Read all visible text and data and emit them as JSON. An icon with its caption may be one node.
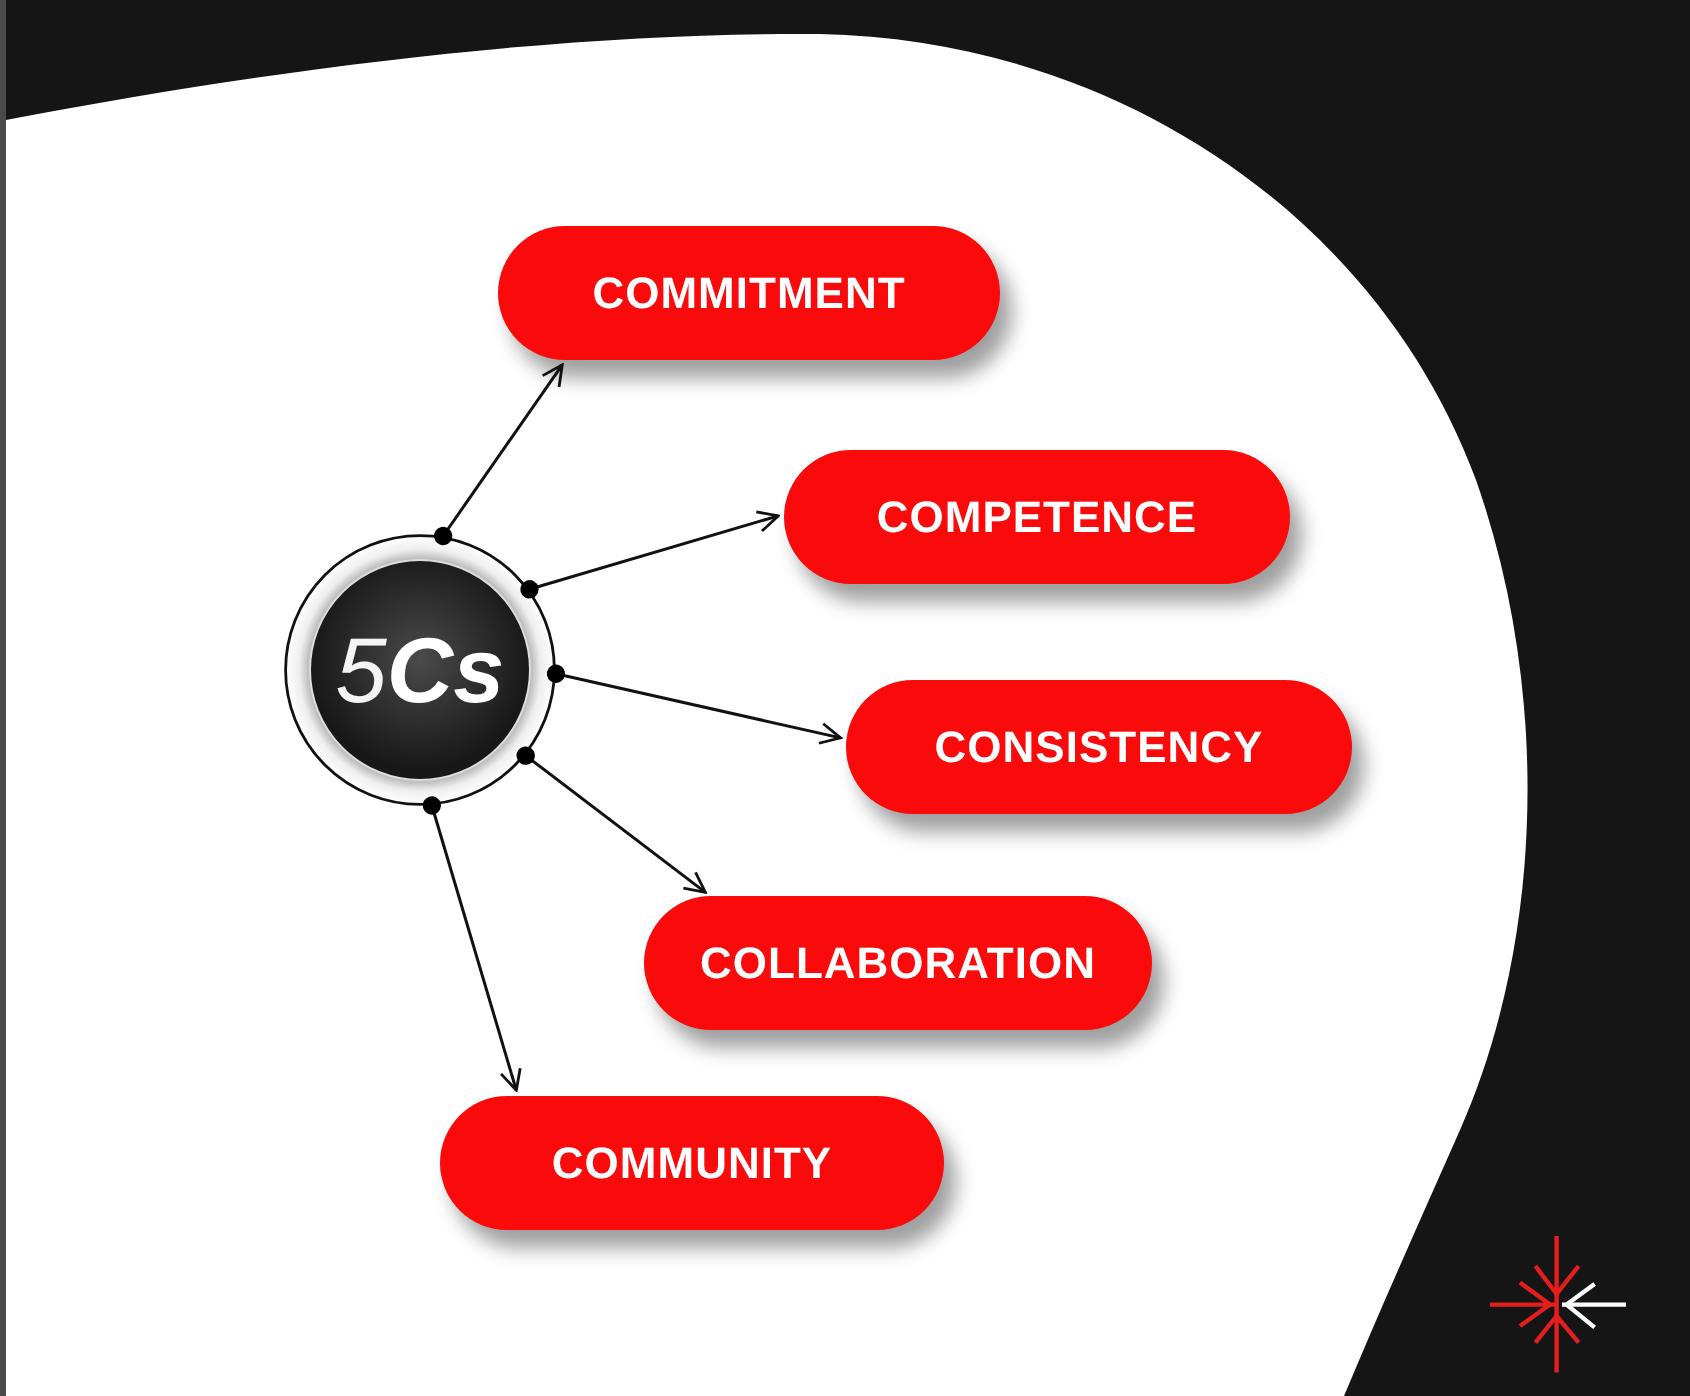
{
  "diagram": {
    "nodes": [
      {
        "text": [
          "5**Cs**"
        ]
      },
      {
        "text": [
          "COMMITMENT"
        ]
      },
      {
        "text": [
          "COMPETENCE"
        ]
      },
      {
        "text": [
          "CONSISTENCY"
        ]
      },
      {
        "text": [
          "COLLABORATION"
        ]
      },
      {
        "text": [
          "COMMUNITY"
        ]
      }
    ],
    "edges": [
      {
        "from": 0,
        "to": 1,
        "arrow": "to"
      },
      {
        "from": 0,
        "to": 2,
        "arrow": "to"
      },
      {
        "from": 0,
        "to": 3,
        "arrow": "to"
      },
      {
        "from": 0,
        "to": 4,
        "arrow": "to"
      },
      {
        "from": 0,
        "to": 5,
        "arrow": "to"
      }
    ]
  }
}
